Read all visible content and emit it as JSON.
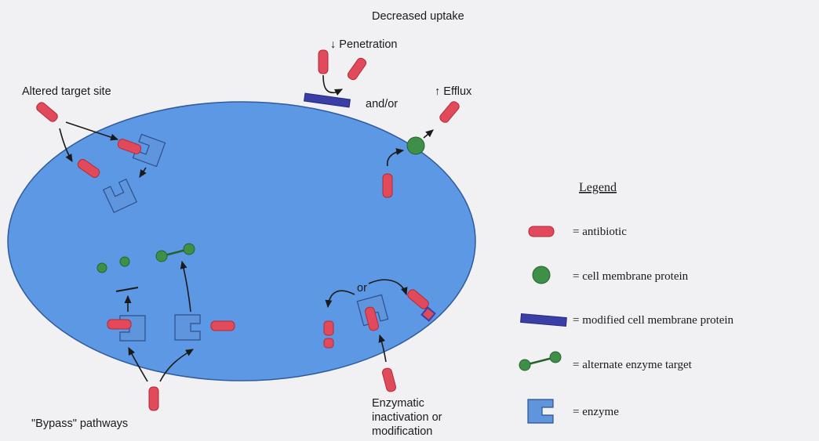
{
  "diagram": {
    "labels": {
      "decreased_uptake": "Decreased uptake",
      "penetration": "Penetration",
      "efflux": "Efflux",
      "and_or": "and/or",
      "altered_target_site": "Altered target site",
      "bypass_pathways": "\"Bypass\" pathways",
      "enzymatic_line1": "Enzymatic",
      "enzymatic_line2": "inactivation or",
      "enzymatic_line3": "modification",
      "or": "or"
    },
    "arrows": {
      "down": "↓",
      "up": "↑"
    }
  },
  "legend": {
    "title": "Legend",
    "items": [
      {
        "symbol": "antibiotic",
        "label": "= antibiotic"
      },
      {
        "symbol": "cell-membrane-protein",
        "label": "= cell membrane protein"
      },
      {
        "symbol": "modified-cell-membrane-protein",
        "label": "= modified cell membrane protein"
      },
      {
        "symbol": "alternate-enzyme-target",
        "label": "= alternate enzyme target"
      },
      {
        "symbol": "enzyme",
        "label": "= enzyme"
      }
    ]
  },
  "colors": {
    "background": "#f1f1f3",
    "cell": "#5d98e4",
    "antibiotic": "#e14a5a",
    "protein": "#3e8f48",
    "modified_protein": "#3a3fa8",
    "enzyme": "#5f95dc"
  }
}
